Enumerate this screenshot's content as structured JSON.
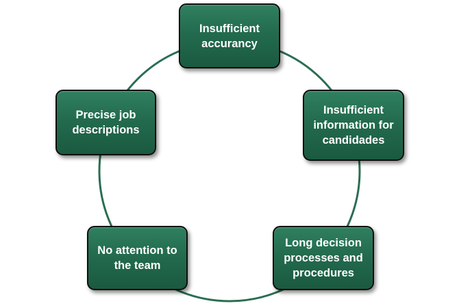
{
  "diagram": {
    "type": "cycle",
    "colors": {
      "node_fill": "#236b4e",
      "node_border": "#0d0d0d",
      "node_text": "#ffffff",
      "ring": "#2a6e52",
      "background": "#ffffff"
    },
    "nodes": [
      {
        "label": "Insufficient accurancy"
      },
      {
        "label": "Insufficient information for candidades"
      },
      {
        "label": "Long decision processes and procedures"
      },
      {
        "label": "No attention to the team"
      },
      {
        "label": "Precise job descriptions"
      }
    ]
  }
}
